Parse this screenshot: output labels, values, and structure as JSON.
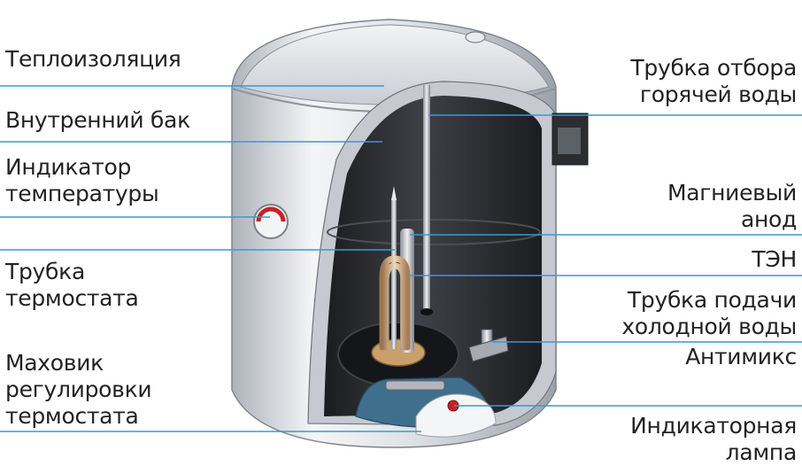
{
  "labels_left": {
    "insulation": [
      "Теплоизоляция"
    ],
    "inner_tank": [
      "Внутренний бак"
    ],
    "temp_indicator": [
      "Индикатор",
      "температуры"
    ],
    "thermostat_tube": [
      "Трубка",
      "термостата"
    ],
    "thermostat_knob": [
      "Маховик",
      "регулировки",
      "термостата"
    ]
  },
  "labels_right": {
    "hot_outlet": [
      "Трубка отбора",
      "горячей воды"
    ],
    "magnesium_anode": [
      "Магниевый",
      "анод"
    ],
    "heater": [
      "ТЭН"
    ],
    "cold_inlet": [
      "Трубка подачи",
      "холодной воды"
    ],
    "antimix": [
      "Антимикс"
    ],
    "indicator_lamp": [
      "Индикаторная",
      "лампа"
    ]
  },
  "colors": {
    "leader_line": "#2e9fd0",
    "label_text": "#222222",
    "tank_shell": "#dfe3e8",
    "tank_interior": "#2a2c30",
    "heater_element": "#c7a27c",
    "control_panel": "#3f6f8c",
    "lamp": "#c8202a"
  }
}
